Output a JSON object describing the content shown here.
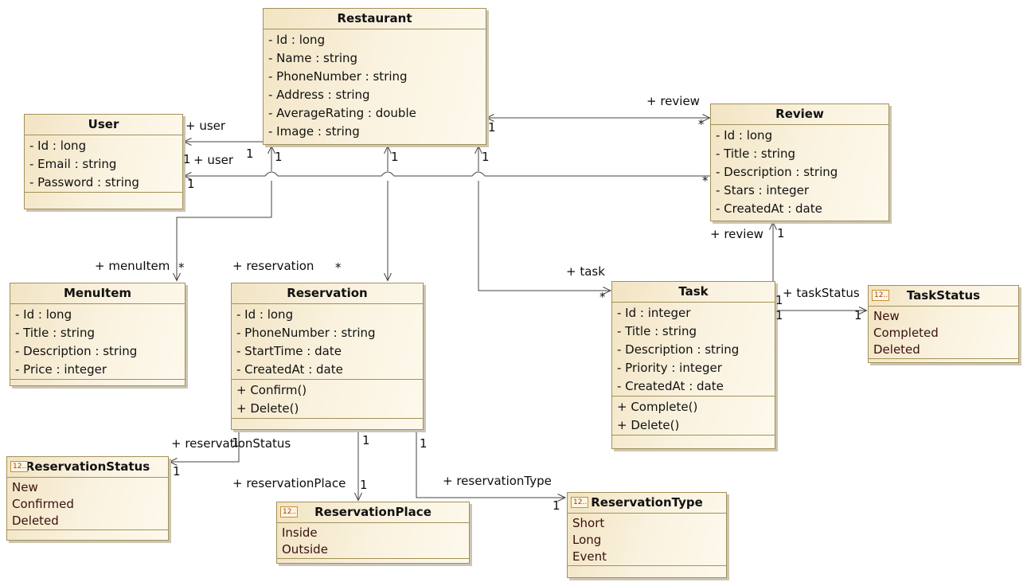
{
  "classes": {
    "restaurant": {
      "name": "Restaurant",
      "attributes": [
        "- Id : long",
        "- Name : string",
        "- PhoneNumber : string",
        "- Address : string",
        "- AverageRating : double",
        "- Image : string"
      ]
    },
    "user": {
      "name": "User",
      "attributes": [
        "- Id : long",
        "- Email : string",
        "- Password : string"
      ]
    },
    "review": {
      "name": "Review",
      "attributes": [
        "- Id : long",
        "- Title : string",
        "- Description : string",
        "- Stars : integer",
        "- CreatedAt : date"
      ]
    },
    "menu_item": {
      "name": "MenuItem",
      "attributes": [
        "- Id : long",
        "- Title : string",
        "- Description : string",
        "- Price : integer"
      ]
    },
    "reservation": {
      "name": "Reservation",
      "attributes": [
        "- Id : long",
        "- PhoneNumber : string",
        "- StartTime : date",
        "- CreatedAt : date"
      ],
      "methods": [
        "+ Confirm()",
        "+ Delete()"
      ]
    },
    "task": {
      "name": "Task",
      "attributes": [
        "- Id : integer",
        "- Title : string",
        "- Description : string",
        "- Priority : integer",
        "- CreatedAt : date"
      ],
      "methods": [
        "+ Complete()",
        "+ Delete()"
      ]
    }
  },
  "enums": {
    "task_status": {
      "name": "TaskStatus",
      "icon": "12...",
      "values": [
        "New",
        "Completed",
        "Deleted"
      ]
    },
    "reservation_status": {
      "name": "ReservationStatus",
      "icon": "12...",
      "values": [
        "New",
        "Confirmed",
        "Deleted"
      ]
    },
    "reservation_place": {
      "name": "ReservationPlace",
      "icon": "12...",
      "values": [
        "Inside",
        "Outside"
      ]
    },
    "reservation_type": {
      "name": "ReservationType",
      "icon": "12...",
      "values": [
        "Short",
        "Long",
        "Event"
      ]
    }
  },
  "associations": {
    "restaurant_review": {
      "role": "+ review",
      "mult_source": "1",
      "mult_target": "*"
    },
    "restaurant_user": {
      "role": "+ user",
      "mult_source": "1",
      "mult_target": "1"
    },
    "review_user": {
      "role": "+ user",
      "mult_source": "*",
      "mult_target": "1"
    },
    "restaurant_menu_item": {
      "role": "+ menuItem",
      "mult_source": "1",
      "mult_target": "*"
    },
    "restaurant_reservation": {
      "role": "+ reservation",
      "mult_source": "1",
      "mult_target": "*"
    },
    "restaurant_task": {
      "role": "+ task",
      "mult_source": "1",
      "mult_target": "*"
    },
    "task_review": {
      "role": "+ review",
      "mult_source": "1",
      "mult_target": "1"
    },
    "task_task_status": {
      "role": "+ taskStatus",
      "mult_source": "1",
      "mult_target": "1"
    },
    "reservation_reservation_status": {
      "role": "+ reservationStatus",
      "mult_source": "1",
      "mult_target": "1"
    },
    "reservation_reservation_place": {
      "role": "+ reservationPlace",
      "mult_source": "1",
      "mult_target": "1"
    },
    "reservation_reservation_type": {
      "role": "+ reservationType",
      "mult_source": "1",
      "mult_target": "1"
    }
  },
  "colors": {
    "box_border": "#a29158",
    "box_fill_dark": "#f2e4c3",
    "box_fill_light": "#fdf9ec",
    "line": "#45433d",
    "enum_value_text": "#3a0f0f",
    "enum_icon_border": "#c39136",
    "enum_icon_text": "#a03a28"
  }
}
